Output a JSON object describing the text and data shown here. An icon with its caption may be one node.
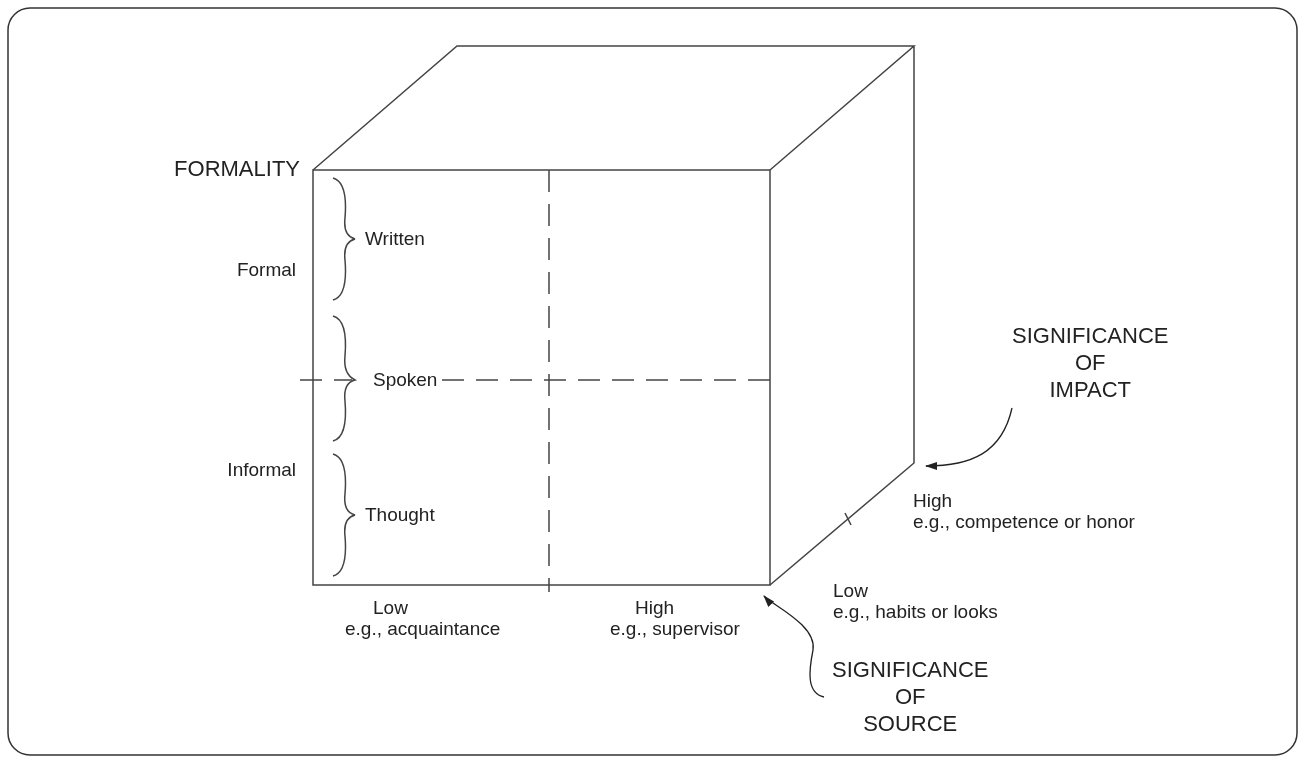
{
  "diagram": {
    "nodes": [
      {
        "text": [
          "SIGNIFICANCE OF IMPACT"
        ]
      },
      {
        "text": [
          "SIGNIFICANCE OF SOURCE"
        ]
      }
    ],
    "edges": [
      {
        "from": 0,
        "to": null,
        "arrow": "to"
      },
      {
        "from": 1,
        "to": null,
        "arrow": "to"
      }
    ],
    "labels": [
      "FORMALITY",
      "Written",
      "Formal",
      "Spoken",
      "Informal",
      "Thought",
      "High",
      "e.g., competence or honor",
      "Low",
      "e.g., habits or looks",
      "Low",
      "e.g., acquaintance",
      "High",
      "e.g., supervisor"
    ]
  }
}
